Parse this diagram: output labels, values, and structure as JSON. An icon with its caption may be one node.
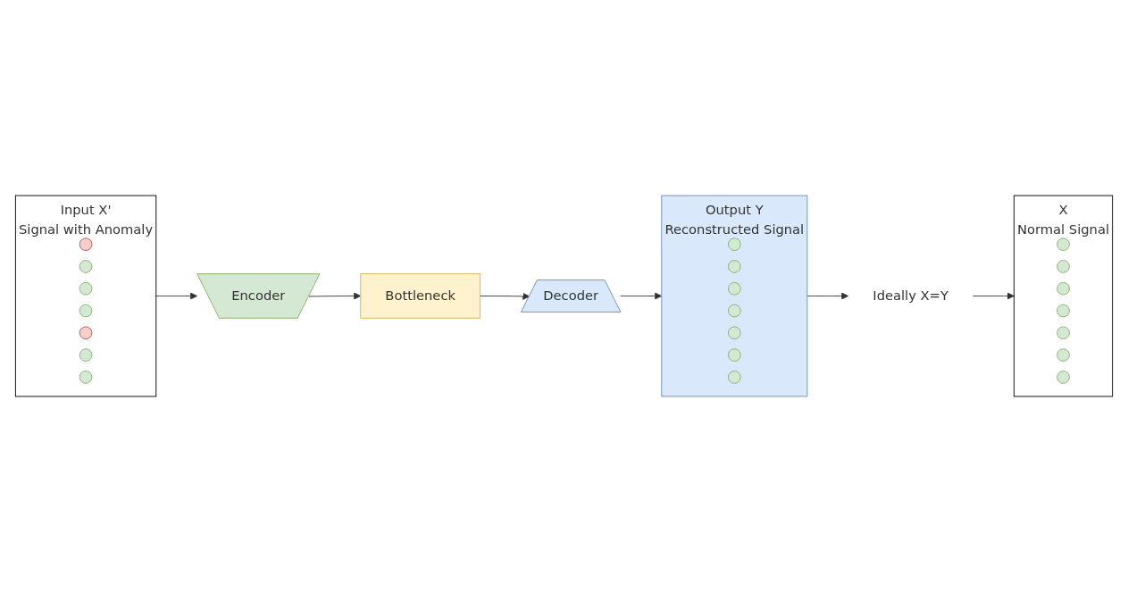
{
  "diagram": {
    "nodes": [
      {
        "text": [
          "Ideally X=Y"
        ]
      },
      {
        "text": [
          "X"
        ],
        "beside": [
          "Normal Signal"
        ]
      },
      {
        "text": [],
        "shape": "circle",
        "in": 1
      },
      {
        "text": [],
        "shape": "circle",
        "in": 1
      },
      {
        "text": [],
        "shape": "circle",
        "in": 1
      },
      {
        "text": [],
        "shape": "circle",
        "in": 1
      },
      {
        "text": [],
        "shape": "circle",
        "in": 1
      },
      {
        "text": [],
        "shape": "circle",
        "in": 1
      },
      {
        "text": [],
        "shape": "circle",
        "in": 1
      },
      {
        "text": [
          "Input X'"
        ],
        "beside": [
          "Signal with Anomaly"
        ]
      },
      {
        "text": [],
        "shape": "circle",
        "in": 9
      },
      {
        "text": [],
        "shape": "circle",
        "in": 9
      },
      {
        "text": [],
        "shape": "circle",
        "in": 9
      },
      {
        "text": [],
        "shape": "circle",
        "in": 9
      },
      {
        "text": [],
        "shape": "circle",
        "in": 9
      },
      {
        "text": [],
        "shape": "circle",
        "in": 9
      },
      {
        "text": [],
        "shape": "circle",
        "in": 9
      },
      {
        "text": [
          "Encoder"
        ]
      },
      {
        "text": [
          "Bottleneck"
        ]
      },
      {
        "text": [
          "Decoder"
        ]
      },
      {
        "text": [
          "Output Y"
        ],
        "beside": [
          "Reconstructed Signal"
        ]
      },
      {
        "text": [],
        "shape": "circle",
        "in": 20
      },
      {
        "text": [],
        "shape": "circle",
        "in": 20
      },
      {
        "text": [],
        "shape": "circle",
        "in": 20
      },
      {
        "text": [],
        "shape": "circle",
        "in": 20
      },
      {
        "text": [],
        "shape": "circle",
        "in": 20
      },
      {
        "text": [],
        "shape": "circle",
        "in": 20
      },
      {
        "text": [],
        "shape": "circle",
        "in": 20
      }
    ],
    "edges": [
      {
        "from": 20,
        "to": 0,
        "arrow": "to"
      },
      {
        "from": 0,
        "to": 1,
        "arrow": "to"
      },
      {
        "from": 9,
        "to": 17,
        "arrow": "to"
      },
      {
        "from": 17,
        "to": 18,
        "arrow": "to"
      },
      {
        "from": 18,
        "to": 19,
        "arrow": "to"
      },
      {
        "from": 19,
        "to": 20,
        "arrow": "to"
      }
    ]
  }
}
